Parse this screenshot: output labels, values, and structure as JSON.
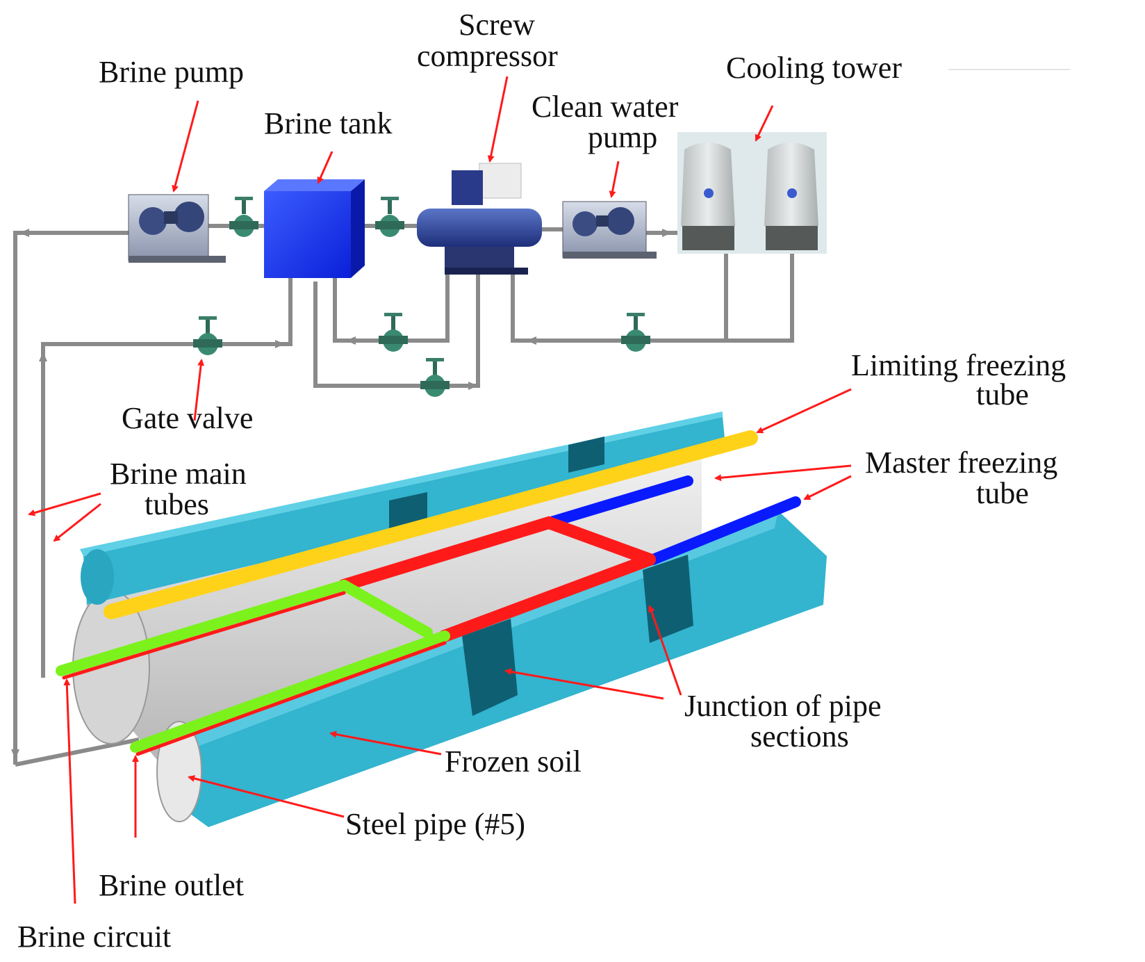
{
  "labels": {
    "brine_pump": "Brine pump",
    "brine_tank": "Brine tank",
    "screw_compressor_l1": "Screw",
    "screw_compressor_l2": "compressor",
    "clean_water_pump_l1": "Clean water",
    "clean_water_pump_l2": "pump",
    "cooling_tower": "Cooling tower",
    "gate_valve": "Gate valve",
    "brine_main_tubes_l1": "Brine main",
    "brine_main_tubes_l2": "tubes",
    "limiting_freezing_tube_l1": "Limiting freezing",
    "limiting_freezing_tube_l2": "tube",
    "master_freezing_tube_l1": "Master freezing",
    "master_freezing_tube_l2": "tube",
    "junction_l1": "Junction of pipe",
    "junction_l2": "sections",
    "frozen_soil": "Frozen soil",
    "steel_pipe": "Steel pipe (#5)",
    "brine_outlet": "Brine outlet",
    "brine_circuit": "Brine circuit"
  },
  "colors": {
    "pipe_grey": "#8a8a8a",
    "arrow_red": "#ff1a1a",
    "soil_cyan": "#33b4cf",
    "soil_dark": "#0f5f72",
    "tube_yellow": "#ffd21a",
    "tube_red": "#ff1a1a",
    "tube_blue": "#0a1aff",
    "tube_green": "#7cf21c",
    "tank_blue": "#1a39ff"
  }
}
